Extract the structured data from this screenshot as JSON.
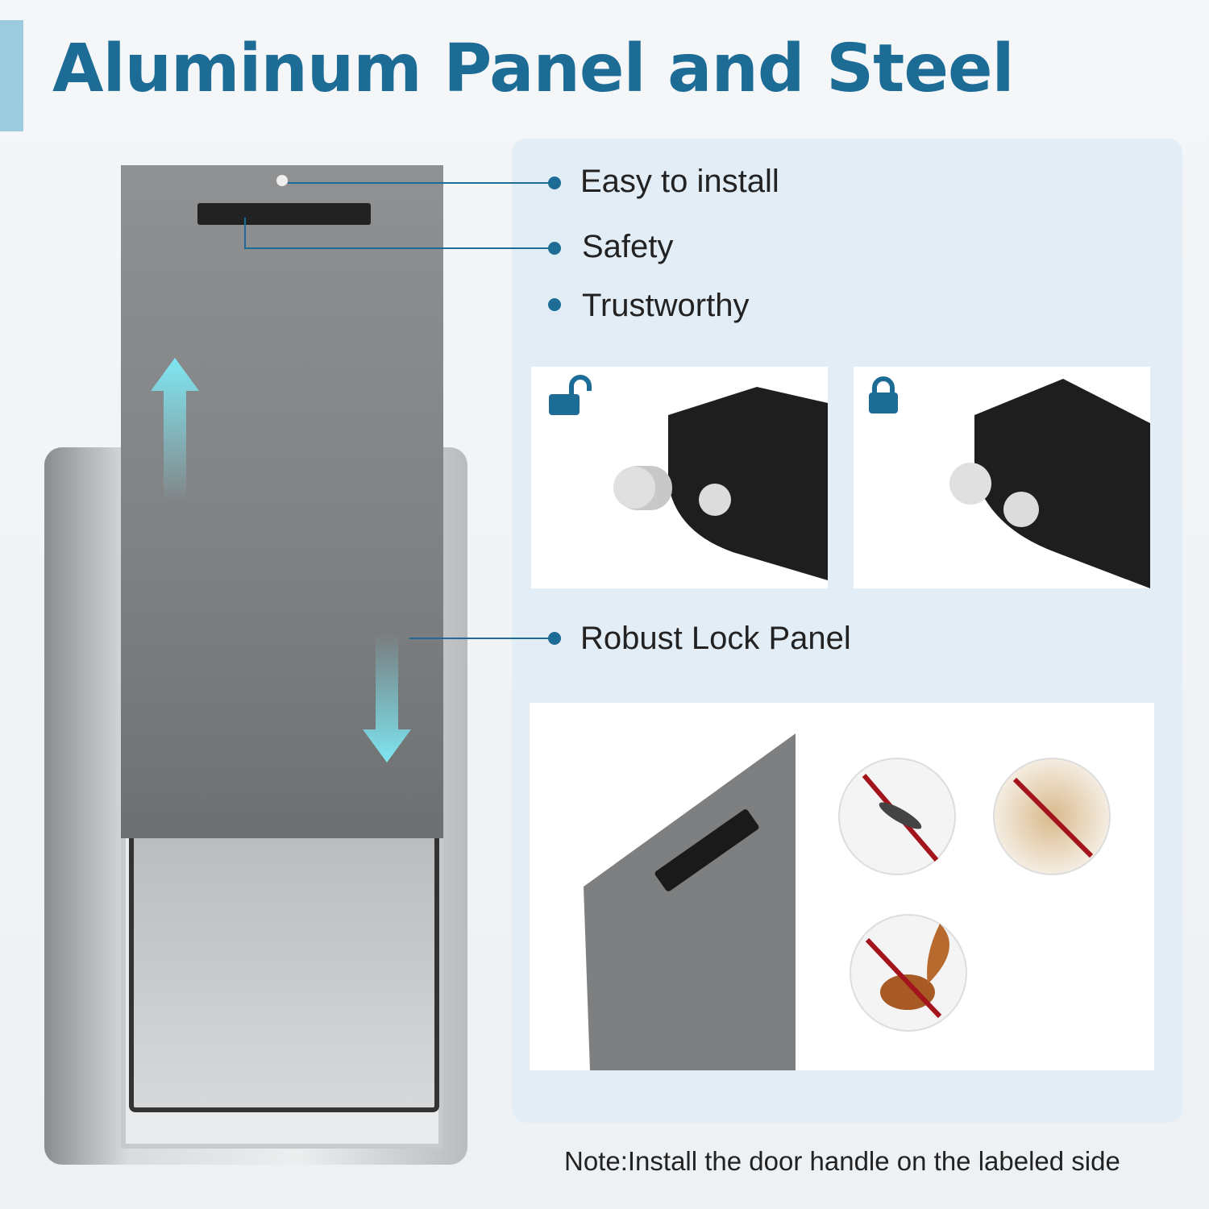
{
  "title": "Aluminum Panel and Steel",
  "features": [
    "Easy to install",
    "Safety",
    "Trustworthy",
    "Robust Lock Panel"
  ],
  "lock_states": [
    {
      "icon": "unlocked-padlock-icon"
    },
    {
      "icon": "locked-padlock-icon"
    }
  ],
  "blocked_icons": [
    "mosquito",
    "dust",
    "squirrel"
  ],
  "note": "Note:Install the door handle on the labeled side",
  "colors": {
    "title": "#1d6c96",
    "accent": "#9ccbe0",
    "panel": "#e3edf5"
  }
}
